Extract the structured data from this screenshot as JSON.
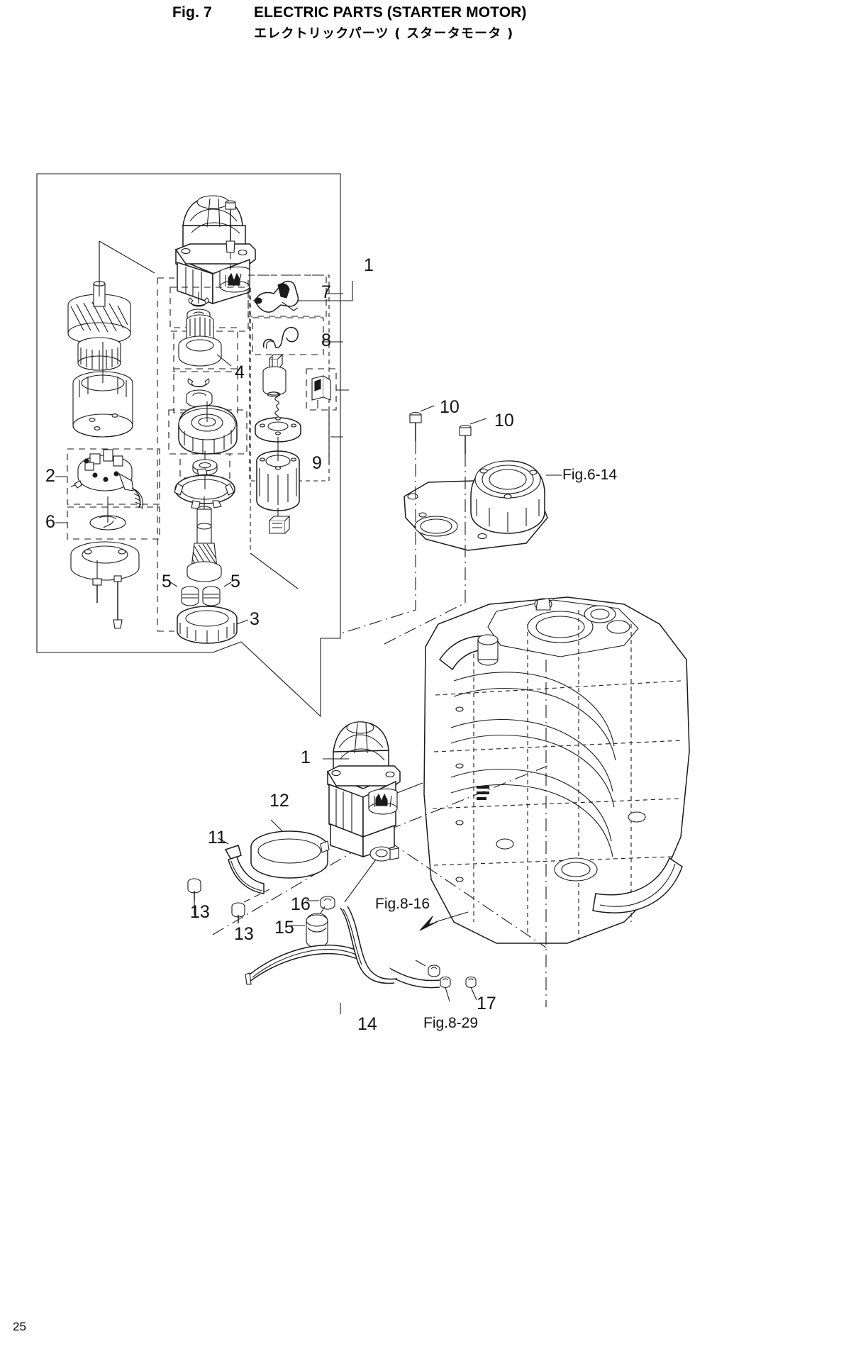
{
  "header": {
    "fig_number": "Fig. 7",
    "title_en": "ELECTRIC PARTS (STARTER MOTOR)",
    "title_jp": "エレクトリックパーツ ( スタータモータ )"
  },
  "page_number": "25",
  "callouts": {
    "c1_assy": "1",
    "c2": "2",
    "c3": "3",
    "c4": "4",
    "c5_left": "5",
    "c5_right": "5",
    "c6": "6",
    "c7": "7",
    "c8": "8",
    "c9": "9",
    "c10_left": "10",
    "c10_right": "10",
    "c1_engine": "1",
    "c11": "11",
    "c12": "12",
    "c13_left": "13",
    "c13_right": "13",
    "c14": "14",
    "c15": "15",
    "c16": "16",
    "c17": "17"
  },
  "fig_refs": {
    "ref_6_14": "Fig.6-14",
    "ref_8_16": "Fig.8-16",
    "ref_8_29": "Fig.8-29"
  },
  "colors": {
    "line": "#1a1a1a",
    "fill": "#ffffff",
    "shade": "#f2f2f2"
  }
}
